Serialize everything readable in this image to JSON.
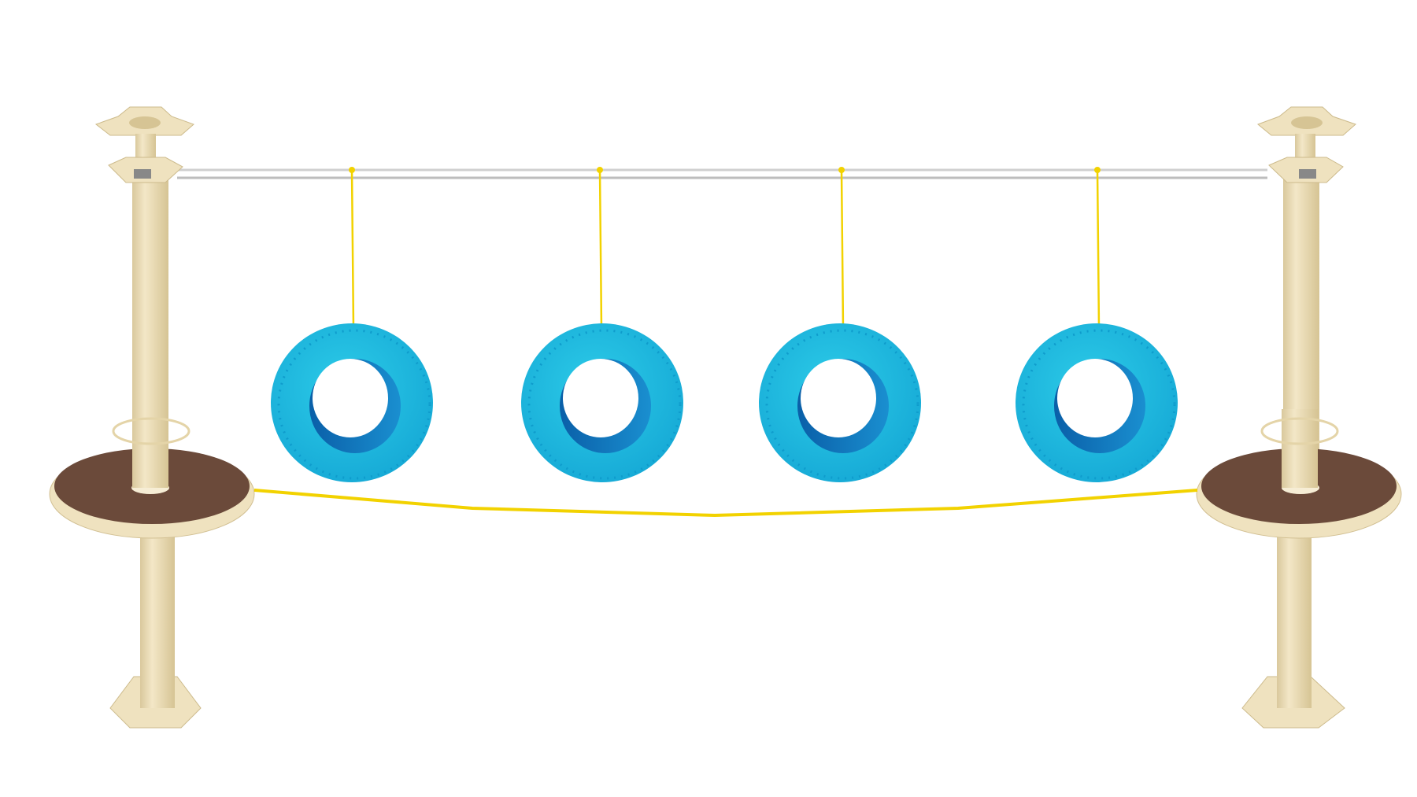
{
  "scene": {
    "subject": "tire-swing-traverse",
    "tire_count": 4,
    "pole_count": 2,
    "platform_count": 2
  },
  "colors": {
    "background": "#ffffff",
    "pole": "#efe2bf",
    "pole_shadow": "#d9c89c",
    "platform_top": "#6b4a3a",
    "platform_rim": "#efe2bf",
    "tire": "#1cb8dc",
    "tire_dark": "#0a86c2",
    "tire_inner": "#0f6fb8",
    "rope": "#f2d200",
    "cable": "#c8c8c8"
  }
}
